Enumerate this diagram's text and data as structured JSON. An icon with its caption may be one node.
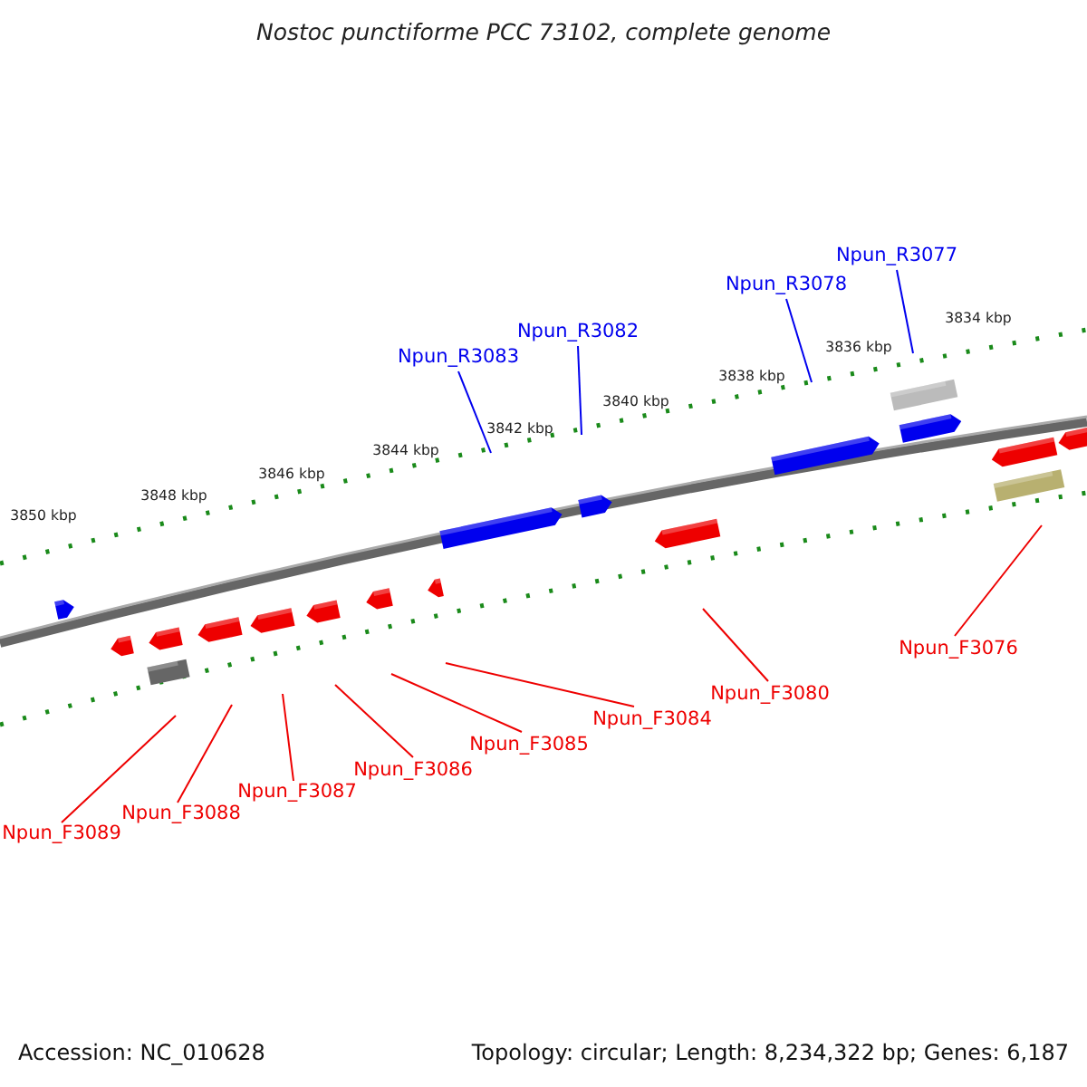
{
  "diagram": {
    "title": "Nostoc punctiforme PCC 73102, complete genome",
    "nodes": [
      {
        "text": [
          "Npun_R3083"
        ]
      },
      {
        "text": [
          "Npun_R3082"
        ]
      },
      {
        "text": [
          "Npun_R3078"
        ]
      },
      {
        "text": [
          "Npun_R3077"
        ]
      },
      {
        "text": [
          "Npun_F3076"
        ]
      },
      {
        "text": [
          "Npun_F3080"
        ]
      },
      {
        "text": [
          "Npun_F3084"
        ]
      },
      {
        "text": [
          "Npun_F3085"
        ]
      },
      {
        "text": [
          "Npun_F3086"
        ]
      },
      {
        "text": [
          "Npun_F3087"
        ]
      },
      {
        "text": [
          "Npun_F3088"
        ]
      },
      {
        "text": [
          "Npun_F3089"
        ]
      }
    ],
    "edges": [
      {
        "from": 0,
        "to": null,
        "arrow": "none",
        "color": "#0000ee"
      },
      {
        "from": 1,
        "to": null,
        "arrow": "none",
        "color": "#0000ee"
      },
      {
        "from": 2,
        "to": null,
        "arrow": "none",
        "color": "#0000ee"
      },
      {
        "from": 3,
        "to": null,
        "arrow": "none",
        "color": "#0000ee"
      },
      {
        "from": 4,
        "to": null,
        "arrow": "none"
      },
      {
        "from": 5,
        "to": null,
        "arrow": "none"
      },
      {
        "from": 6,
        "to": null,
        "arrow": "none"
      },
      {
        "from": 7,
        "to": null,
        "arrow": "none"
      },
      {
        "from": 8,
        "to": null,
        "arrow": "none"
      },
      {
        "from": 9,
        "to": null,
        "arrow": "none"
      },
      {
        "from": 10,
        "to": null,
        "arrow": "none"
      },
      {
        "from": 11,
        "to": null,
        "arrow": "none"
      }
    ],
    "labels": [
      "3834 kbp",
      "3836 kbp",
      "3838 kbp",
      "3840 kbp",
      "3842 kbp",
      "3844 kbp",
      "3846 kbp",
      "3848 kbp",
      "3850 kbp",
      "Accession: NC_010628",
      "Topology: circular; Length: 8,234,322 bp; Genes: 6,187"
    ]
  }
}
